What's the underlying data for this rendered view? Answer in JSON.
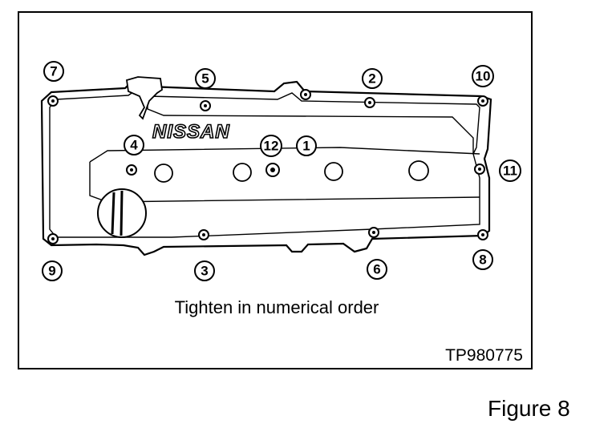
{
  "diagram": {
    "brand_text": "NISSAN",
    "caption": "Tighten in numerical order",
    "image_code": "TP980775",
    "bolt_labels": [
      "1",
      "2",
      "3",
      "4",
      "5",
      "6",
      "7",
      "8",
      "9",
      "10",
      "11",
      "12"
    ]
  },
  "figure_label": "Figure 8"
}
